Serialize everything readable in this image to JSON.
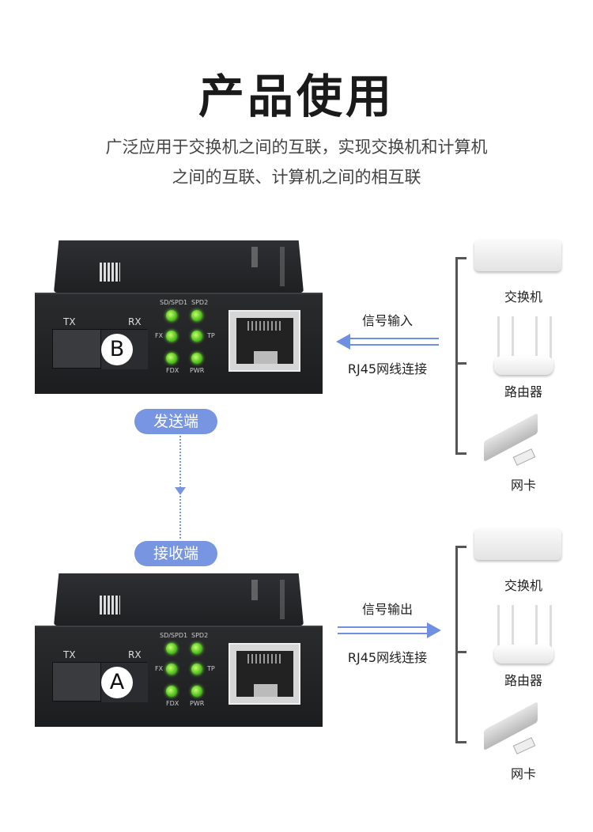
{
  "title": "产品使用",
  "subtitle": [
    "广泛应用于交换机之间的互联，实现交换机和计算机",
    "之间的互联、计算机之间的相互联"
  ],
  "device_labels": {
    "tx": "TX",
    "rx": "RX",
    "sd_spd1": "SD/SPD1",
    "spd2": "SPD2",
    "fx": "FX",
    "tp": "TP",
    "fdx": "FDX",
    "pwr": "PWR"
  },
  "device_b": {
    "badge": "B"
  },
  "device_a": {
    "badge": "A"
  },
  "sender_label": "发送端",
  "receiver_label": "接收端",
  "top_link": {
    "signal": "信号输入",
    "cable": "RJ45网线连接"
  },
  "bottom_link": {
    "signal": "信号输出",
    "cable": "RJ45网线连接"
  },
  "endpoints": [
    "交换机",
    "路由器",
    "网卡"
  ],
  "colors": {
    "accent": "#7795e0"
  }
}
